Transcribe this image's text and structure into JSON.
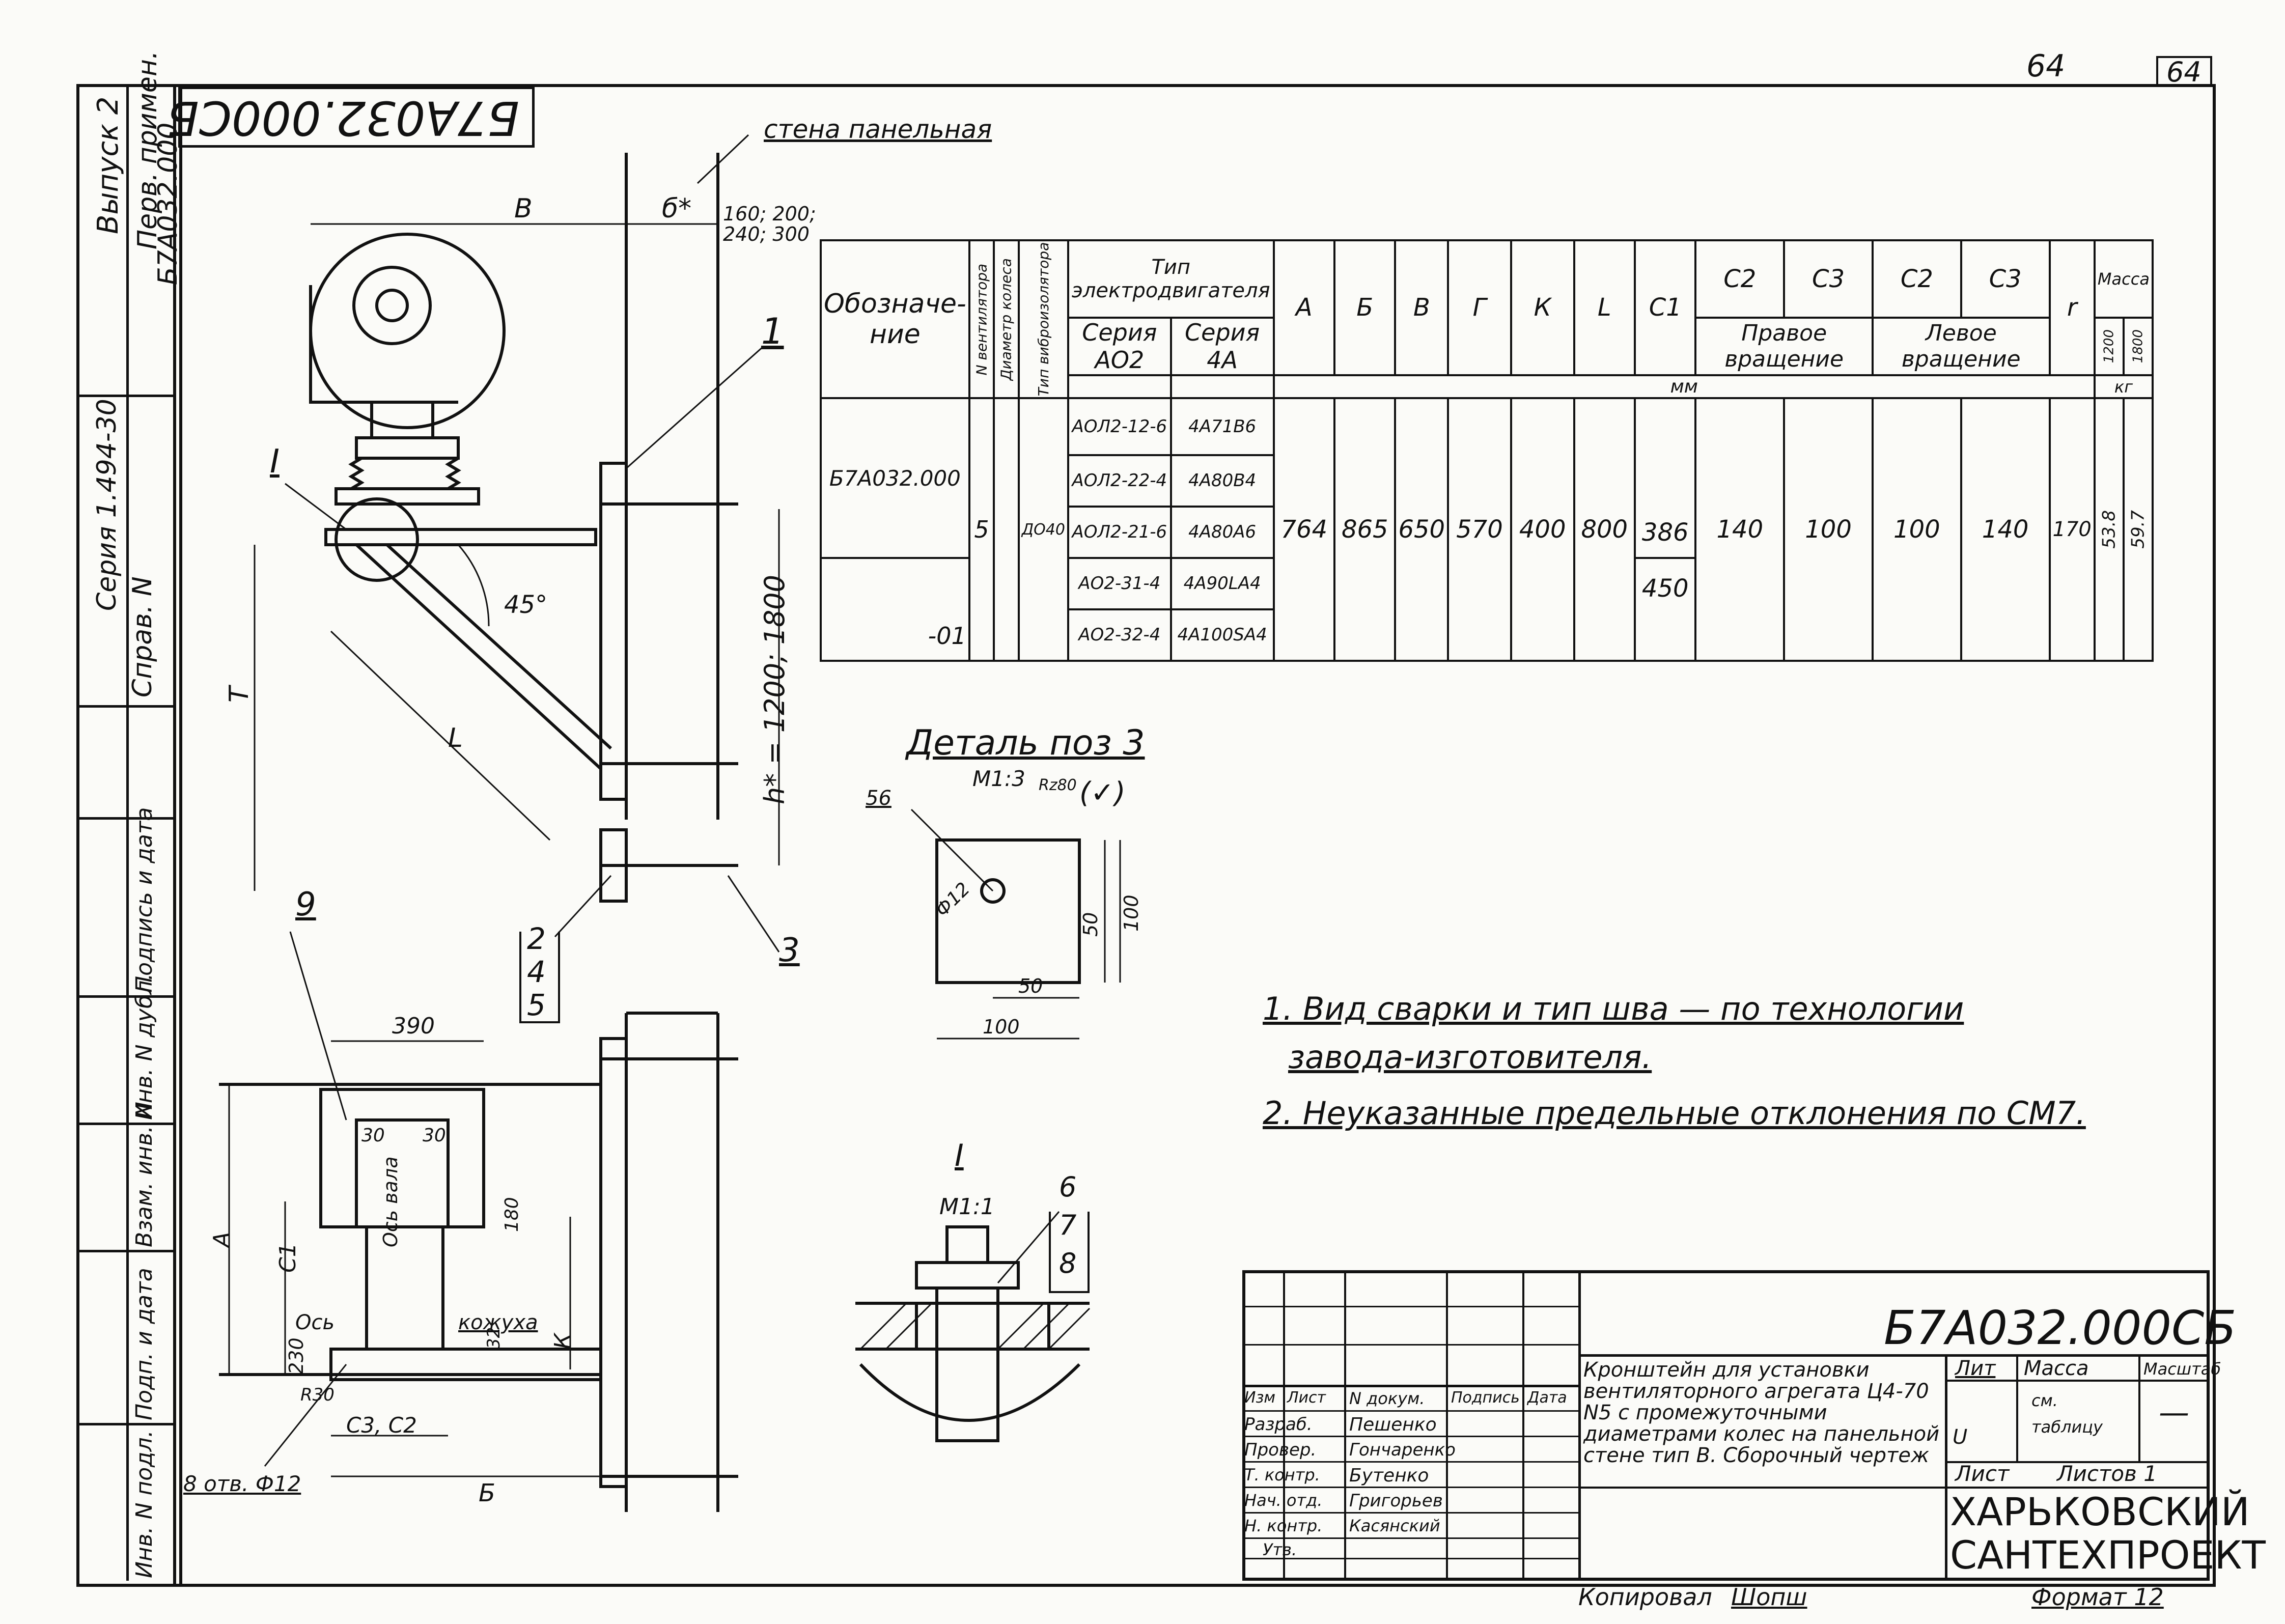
{
  "page": {
    "sheet_number_top": "64",
    "sheet_number_corner": "64",
    "code_mirrored": "Б7А032.000СБ",
    "copied_label": "Копировал",
    "copied_by": "Шопш",
    "format_label": "Формат 12"
  },
  "side_strip": {
    "issue": "Выпуск 2",
    "series": "Серия 1.494-30",
    "first_used_label": "Перв. примен.",
    "first_used_value": "Б7А032.000",
    "reference_label": "Справ. N",
    "signature_date": "Подпись и дата",
    "inv_dup": "Инв. N дубл.",
    "vzam_inv": "Взам. инв. N",
    "sign_date2": "Подп. и дата",
    "inv_orig": "Инв. N подл."
  },
  "drawing": {
    "wall_label": "стена панельная",
    "b_label": "В",
    "b_star": "б*",
    "thickness_values": "160; 200; 240; 300",
    "h_dim": "h* = 1200; 1800",
    "angle": "45°",
    "t_label": "Т",
    "roman_one": "I",
    "dim_l": "L",
    "dim_t": "Т",
    "pos1": "1",
    "pos2": "2",
    "pos4": "4",
    "pos5": "5",
    "pos3": "3",
    "pos9": "9",
    "dim_390": "390",
    "dim_30a": "30",
    "dim_30b": "30",
    "dim_180": "180",
    "axis_shaft": "Ось вала",
    "axis": "Ось",
    "casing": "кожуха",
    "dim_c1": "С1",
    "dim_a": "А",
    "dim_k": "К",
    "dim_230": "230",
    "dim_32": "32",
    "dim_r30": "R30",
    "holes": "8 отв. Ф12",
    "c3c2": "С3, С2",
    "dim_bb": "Б"
  },
  "detail3": {
    "title": "Деталь поз 3",
    "scale": "М1:3",
    "roughness": "Rz80",
    "check": "(✓)",
    "dim_56": "56",
    "dim_12": "Ф12",
    "dim_50v": "50",
    "dim_100v": "100",
    "dim_50h": "50",
    "dim_100h": "100"
  },
  "section_I": {
    "title": "I",
    "scale": "М1:1",
    "pos6": "6",
    "pos7": "7",
    "pos8": "8"
  },
  "notes": [
    "1. Вид сварки и тип шва — по технологии",
    "завода-изготовителя.",
    "2. Неуказанные предельные отклонения по СМ7."
  ],
  "spec_table": {
    "h_designation": "Обозначе- ние",
    "h_fan_no": "N вентилятора",
    "h_wheel_dia": "Диаметр колеса",
    "h_lattice": "Тип виброизолятора",
    "h_motor_type": "Тип электродвигателя",
    "h_series_ao2": "Серия АО2",
    "h_series_4a": "Серия 4А",
    "h_A": "А",
    "h_B": "Б",
    "h_V": "В",
    "h_G": "Г",
    "h_K": "К",
    "h_L": "L",
    "h_C1": "С1",
    "h_C2a": "С2",
    "h_C3a": "С3",
    "h_C2b": "С2",
    "h_C3b": "С3",
    "h_r": "r",
    "h_right": "Правое вращение",
    "h_left": "Левое вращение",
    "h_mass": "Масса",
    "h_1200": "1200",
    "h_1800": "1800",
    "h_mm": "мм",
    "h_kg": "кг",
    "row_code": "Б7А032.000",
    "row_code2": "-01",
    "fan_no": "5",
    "lattice": "ДО40",
    "ao2": [
      "АОЛ2-12-6",
      "АОЛ2-22-4",
      "АОЛ2-21-6",
      "АО2-31-4",
      "АО2-32-4"
    ],
    "s4a": [
      "4А71В6",
      "4А80В4",
      "4А80А6",
      "4А90LА4",
      "4А100SА4"
    ],
    "A": "764",
    "B": "865",
    "V": "650",
    "G": "570",
    "K": "400",
    "L": "800",
    "C1a": "386",
    "C1b": "450",
    "C2r": "140",
    "C3r": "100",
    "C2l": "100",
    "C3l": "140",
    "r": "170",
    "m1200": "53.8",
    "m1800": "59.7"
  },
  "title_block": {
    "code": "Б7А032.000СБ",
    "description": "Кронштейн для установки вентиляторного агрегата Ц4-70 N5 с промежуточными диаметрами колес на панельной стене тип В. Сборочный чертеж",
    "lit": "Лит",
    "mass": "Масса",
    "scale": "Масштаб",
    "lit_value": "U",
    "mass_value": "см. таблицу",
    "scale_value": "—",
    "sheet": "Лист",
    "sheets": "Листов 1",
    "org1": "ХАРЬКОВСКИЙ",
    "org2": "САНТЕХПРОЕКТ",
    "cols": [
      "Изм",
      "Лист",
      "N докум.",
      "Подпись",
      "Дата"
    ],
    "roles": [
      "Разраб.",
      "Провер.",
      "Т. контр.",
      "Нач. отд.",
      "Н. контр.",
      "Утв."
    ],
    "names": [
      "Пешенко",
      "Гончаренко",
      "Бутенко",
      "Григорьев",
      "Касянский",
      ""
    ]
  }
}
